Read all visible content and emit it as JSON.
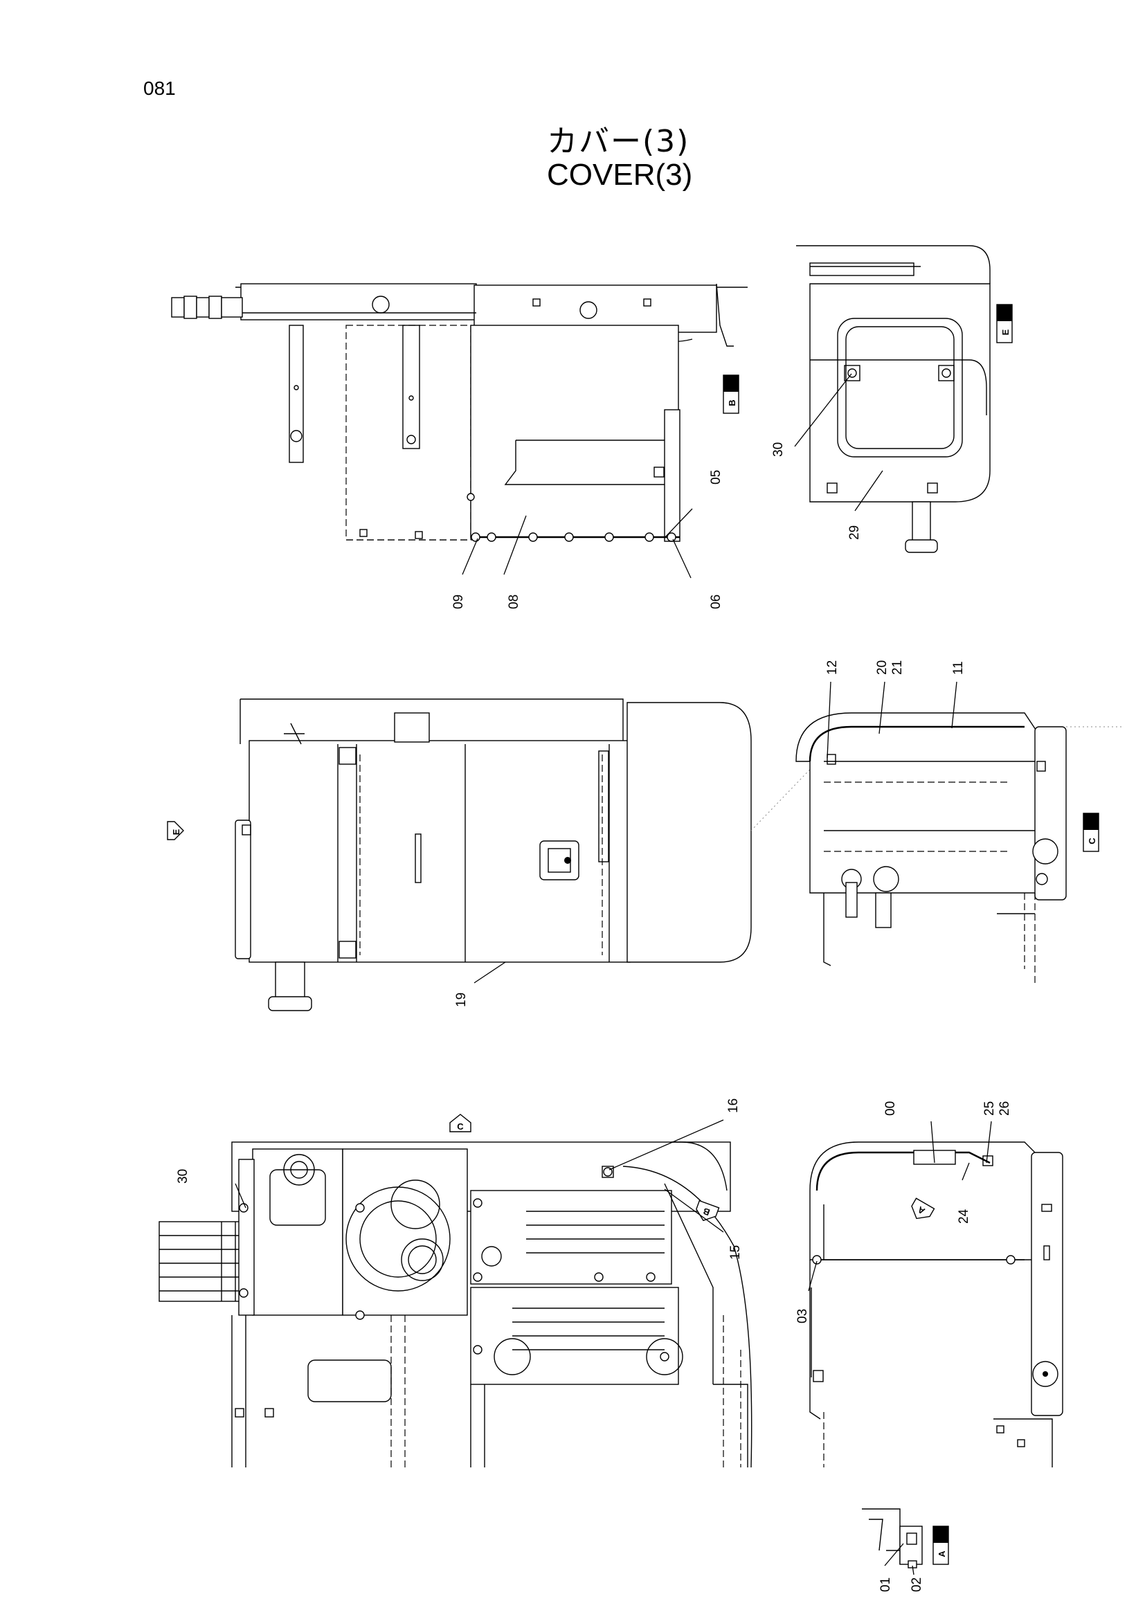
{
  "page_number": "081",
  "title_jp": "カバー(3)",
  "title_en": "COVER(3)",
  "view_labels": {
    "a": "A",
    "b": "B",
    "c": "C",
    "e": "E",
    "e_arrow": "E",
    "c_arrow": "C",
    "b_arrow": "B",
    "a_arrow": "A"
  },
  "callouts": {
    "p00": "00",
    "p01": "01",
    "p02": "02",
    "p03": "03",
    "p05": "05",
    "p06": "06",
    "p08": "08",
    "p09": "09",
    "p11": "11",
    "p12": "12",
    "p15": "15",
    "p16": "16",
    "p19": "19",
    "p20": "20",
    "p21": "21",
    "p24": "24",
    "p25": "25",
    "p26": "26",
    "p29": "29",
    "p30a": "30",
    "p30b": "30"
  }
}
